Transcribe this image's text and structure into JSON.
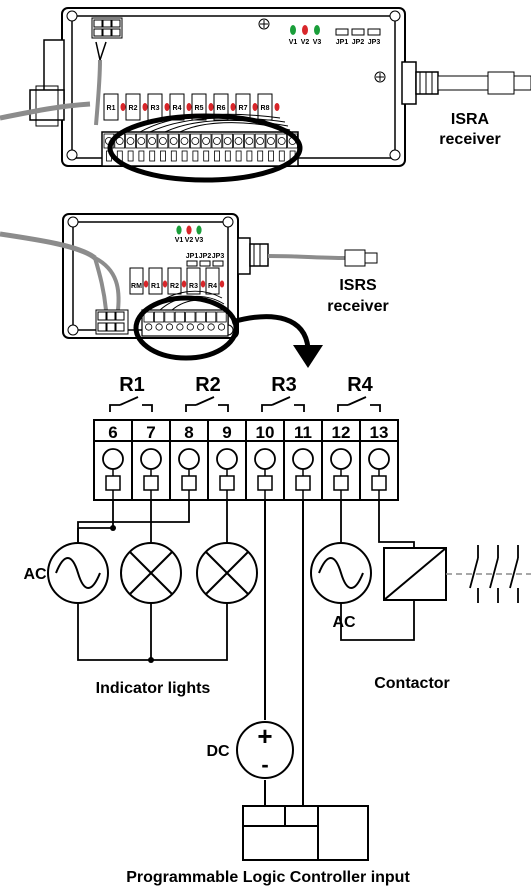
{
  "isra": {
    "name": "ISRA",
    "word": "receiver",
    "leds": [
      "V1",
      "V2",
      "V3"
    ],
    "jumpers": [
      "JP1",
      "JP2",
      "JP3"
    ],
    "relays": [
      "R1",
      "R2",
      "R3",
      "R4",
      "R5",
      "R6",
      "R7",
      "R8"
    ]
  },
  "isrs": {
    "name": "ISRS",
    "word": "receiver",
    "leds": [
      "V1",
      "V2",
      "V3"
    ],
    "jumpers": [
      "JP1",
      "JP2",
      "JP3"
    ],
    "relays": [
      "RM",
      "R1",
      "R2",
      "R3",
      "R4"
    ]
  },
  "relays": [
    {
      "label": "R1"
    },
    {
      "label": "R2"
    },
    {
      "label": "R3"
    },
    {
      "label": "R4"
    }
  ],
  "terminals": [
    "6",
    "7",
    "8",
    "9",
    "10",
    "11",
    "12",
    "13"
  ],
  "labels": {
    "ac_left": "AC",
    "ac_right": "AC",
    "dc": "DC",
    "dc_plus": "+",
    "dc_minus": "-",
    "indicator_lights": "Indicator lights",
    "contactor": "Contactor",
    "plc": "Programmable Logic Controller input"
  },
  "colors": {
    "led_green": "#1a9e3a",
    "led_red": "#d8262a",
    "cable_gray": "#8c8c8c",
    "housing": "#ffffff",
    "line": "#000000"
  }
}
